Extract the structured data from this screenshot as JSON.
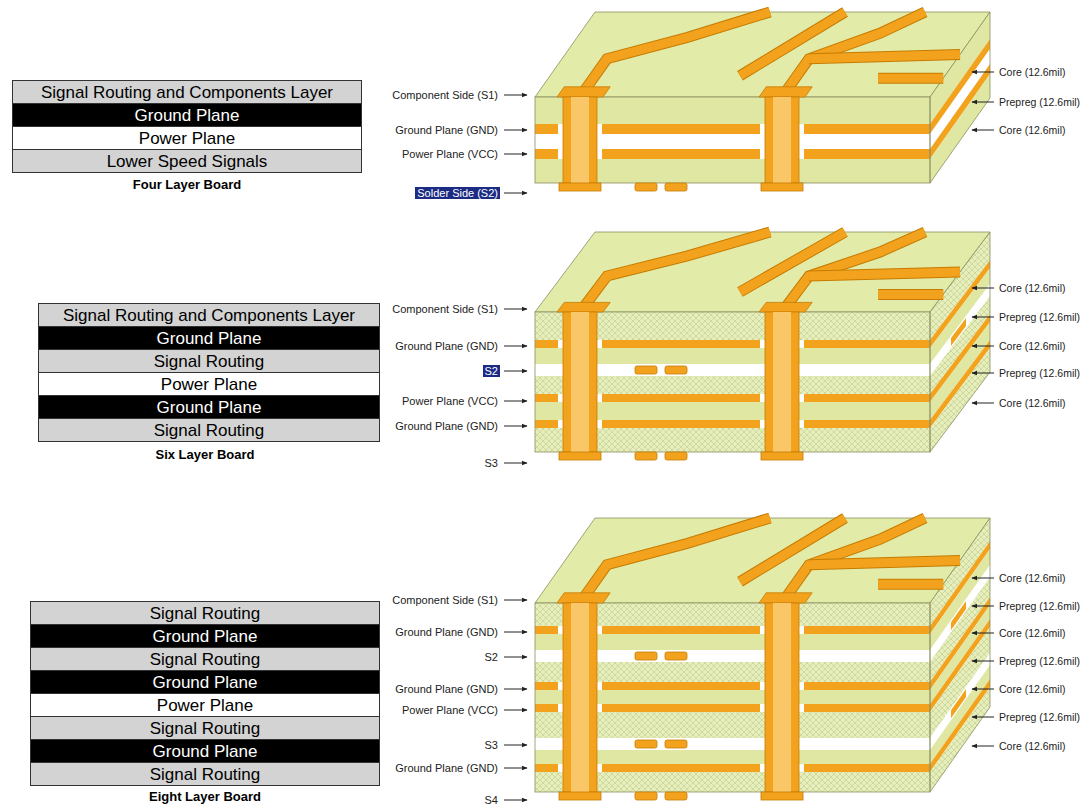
{
  "diagram": {
    "nodes": [
      {
        "text": [
          "Signal Routing and Components Layer"
        ]
      },
      {
        "text": [
          "Ground Plane"
        ]
      },
      {
        "text": [
          "Power Plane"
        ]
      },
      {
        "text": [
          "Lower Speed Signals"
        ]
      },
      {
        "text": [
          "Signal Routing and Components Layer"
        ]
      },
      {
        "text": [
          "Ground Plane"
        ]
      },
      {
        "text": [
          "Signal Routing"
        ]
      },
      {
        "text": [
          "Power Plane"
        ]
      },
      {
        "text": [
          "Ground Plane"
        ]
      },
      {
        "text": [
          "Signal Routing"
        ]
      },
      {
        "text": [
          "Signal Routing"
        ]
      },
      {
        "text": [
          "Ground Plane"
        ]
      },
      {
        "text": [
          "Signal Routing"
        ]
      },
      {
        "text": [
          "Ground Plane"
        ]
      },
      {
        "text": [
          "Power Plane"
        ]
      },
      {
        "text": [
          "Signal Routing"
        ]
      },
      {
        "text": [
          "Ground Plane"
        ]
      },
      {
        "text": [
          "Signal Routing"
        ]
      }
    ],
    "labels": [
      "Four Layer Board",
      "Component Side (S1)",
      "Ground Plane (GND)",
      "Power Plane (VCC)",
      "Solder Side (S2)",
      "Core (12.6mil)",
      "Prepreg (12.6mil)",
      "Core (12.6mil)",
      "Six Layer Board",
      "Component Side (S1)",
      "Ground Plane (GND)",
      "S2",
      "Power Plane (VCC)",
      "Ground Plane (GND)",
      "S3",
      "Core (12.6mil)",
      "Prepreg (12.6mil)",
      "Core (12.6mil)",
      "Prepreg (12.6mil)",
      "Core (12.6mil)",
      "Eight Layer Board",
      "Component Side (S1)",
      "Ground Plane (GND)",
      "S2",
      "Ground Plane (GND)",
      "Power Plane (VCC)",
      "S3",
      "Ground Plane (GND)",
      "S4",
      "Core (12.6mil)",
      "Prepreg (12.6mil)",
      "Core (12.6mil)",
      "Prepreg (12.6mil)",
      "Core (12.6mil)",
      "Prepreg (12.6mil)",
      "Core (12.6mil)"
    ]
  }
}
